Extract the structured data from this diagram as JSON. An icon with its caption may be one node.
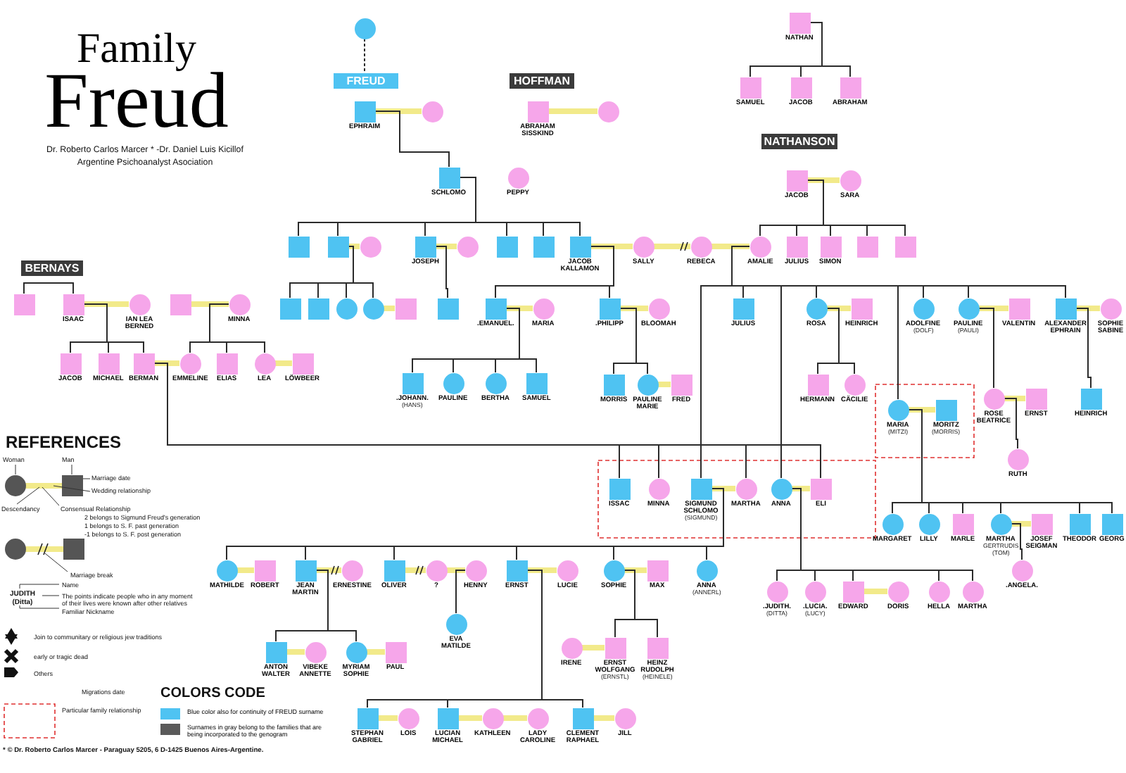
{
  "diagram": {
    "title": "Family Freud",
    "nodes": [
      {
        "text": [],
        "shape": "circle"
      },
      {
        "text": [
          "FREUD"
        ]
      },
      {
        "text": [],
        "shape": "box",
        "beside": [
          "EPHRAIM"
        ]
      },
      {
        "text": [],
        "shape": "circle"
      },
      {
        "text": [
          "HOFFMAN"
        ]
      },
      {
        "text": [],
        "shape": "box",
        "beside": [
          "ABRAHAM SISSKIND"
        ]
      },
      {
        "text": [],
        "shape": "circle"
      },
      {
        "text": [],
        "shape": "box",
        "beside": [
          "SCHLOMO"
        ]
      },
      {
        "text": [],
        "shape": "circle",
        "beside": [
          "PEPPY"
        ]
      },
      {
        "text": [],
        "shape": "box",
        "beside": [
          "NATHAN"
        ]
      },
      {
        "text": [],
        "shape": "box",
        "beside": [
          "SAMUEL"
        ]
      },
      {
        "text": [],
        "shape": "box",
        "beside": [
          "JACOB"
        ]
      },
      {
        "text": [],
        "shape": "box",
        "beside": [
          "ABRAHAM"
        ]
      },
      {
        "text": [
          "NATHANSON"
        ]
      },
      {
        "text": [],
        "shape": "box",
        "beside": [
          "JACOB"
        ]
      },
      {
        "text": [],
        "shape": "circle",
        "beside": [
          "SARA"
        ]
      },
      {
        "text": [],
        "shape": "box"
      },
      {
        "text": [],
        "shape": "box"
      },
      {
        "text": [],
        "shape": "circle"
      },
      {
        "text": [],
        "shape": "box",
        "beside": [
          "JOSEPH"
        ]
      },
      {
        "text": [],
        "shape": "circle"
      },
      {
        "text": [],
        "shape": "box"
      },
      {
        "text": [],
        "shape": "box"
      },
      {
        "text": [],
        "shape": "box",
        "beside": [
          "JACOB KALLAMON"
        ]
      },
      {
        "text": [],
        "shape": "circle",
        "beside": [
          "SALLY"
        ]
      },
      {
        "text": [],
        "shape": "circle",
        "beside": [
          "REBECA"
        ]
      },
      {
        "text": [],
        "shape": "circle",
        "beside": [
          "AMALIE"
        ]
      },
      {
        "text": [],
        "shape": "box",
        "beside": [
          "JULIUS"
        ]
      },
      {
        "text": [],
        "shape": "box",
        "beside": [
          "SIMON"
        ]
      },
      {
        "text": [],
        "shape": "box"
      },
      {
        "text": [],
        "shape": "box"
      },
      {
        "text": [
          "BERNAYS"
        ]
      },
      {
        "text": [],
        "shape": "box"
      },
      {
        "text": [],
        "shape": "box",
        "beside": [
          "ISAAC"
        ]
      },
      {
        "text": [],
        "shape": "circle",
        "beside": [
          "IAN LEA BERNED"
        ]
      },
      {
        "text": [],
        "shape": "box"
      },
      {
        "text": [],
        "shape": "circle",
        "beside": [
          "MINNA"
        ]
      },
      {
        "text": [],
        "shape": "box"
      },
      {
        "text": [],
        "shape": "box"
      },
      {
        "text": [],
        "shape": "circle"
      },
      {
        "text": [],
        "shape": "circle"
      },
      {
        "text": [],
        "shape": "box"
      },
      {
        "text": [],
        "shape": "box"
      },
      {
        "text": [],
        "shape": "box",
        "beside": [
          ".EMANUEL."
        ]
      },
      {
        "text": [],
        "shape": "circle",
        "beside": [
          "MARIA"
        ]
      },
      {
        "text": [],
        "shape": "box",
        "beside": [
          "JACOB"
        ]
      },
      {
        "text": [],
        "shape": "box",
        "beside": [
          "MICHAEL"
        ]
      },
      {
        "text": [],
        "shape": "box",
        "beside": [
          "BERMAN"
        ]
      },
      {
        "text": [],
        "shape": "circle",
        "beside": [
          "EMMELINE"
        ]
      },
      {
        "text": [],
        "shape": "box",
        "beside": [
          "ELIAS"
        ]
      },
      {
        "text": [],
        "shape": "circle",
        "beside": [
          "LEA"
        ]
      },
      {
        "text": [],
        "shape": "box",
        "beside": [
          "LÖWBEER"
        ]
      },
      {
        "text": [],
        "shape": "box",
        "beside": [
          ".PHILIPP"
        ]
      },
      {
        "text": [],
        "shape": "circle",
        "beside": [
          "BLOOMAH"
        ]
      },
      {
        "text": [],
        "shape": "box",
        "beside": [
          "JULIUS"
        ]
      },
      {
        "text": [],
        "shape": "circle",
        "beside": [
          "ROSA"
        ]
      },
      {
        "text": [],
        "shape": "box",
        "beside": [
          "HEINRICH"
        ]
      },
      {
        "text": [],
        "shape": "circle",
        "beside": [
          "ADOLFINE",
          "(DOLF)"
        ]
      },
      {
        "text": [],
        "shape": "circle",
        "beside": [
          "PAULINE",
          "(PAULI)"
        ]
      },
      {
        "text": [],
        "shape": "box",
        "beside": [
          "VALENTIN"
        ]
      },
      {
        "text": [],
        "shape": "box",
        "beside": [
          "ALEXANDER EPHRAIN"
        ]
      },
      {
        "text": [],
        "shape": "circle",
        "beside": [
          "SOPHIE SABINE"
        ]
      },
      {
        "text": [],
        "shape": "box",
        "beside": [
          ".JOHANN.",
          "(HANS)"
        ]
      },
      {
        "text": [],
        "shape": "circle",
        "beside": [
          "PAULINE"
        ]
      },
      {
        "text": [],
        "shape": "circle",
        "beside": [
          "BERTHA"
        ]
      },
      {
        "text": [],
        "shape": "box",
        "beside": [
          "SAMUEL"
        ]
      },
      {
        "text": [],
        "shape": "box",
        "beside": [
          "MORRIS"
        ]
      },
      {
        "text": [],
        "shape": "circle",
        "beside": [
          "PAULINE MARIE"
        ]
      },
      {
        "text": [],
        "shape": "box",
        "beside": [
          "FRED"
        ]
      },
      {
        "text": [],
        "shape": "box",
        "beside": [
          "HERMANN"
        ]
      },
      {
        "text": [],
        "shape": "circle",
        "beside": [
          "CÄCILIE"
        ]
      },
      {
        "text": [],
        "shape": "circle",
        "beside": [
          "MARIA",
          "(MITZI)"
        ]
      },
      {
        "text": [],
        "shape": "box",
        "beside": [
          "MORITZ",
          "(MORRIS)"
        ]
      },
      {
        "text": [],
        "shape": "circle",
        "beside": [
          "ROSE BEATRICE"
        ]
      },
      {
        "text": [],
        "shape": "box",
        "beside": [
          "ERNST"
        ]
      },
      {
        "text": [],
        "shape": "circle",
        "beside": [
          "RUTH"
        ]
      },
      {
        "text": [],
        "shape": "box",
        "beside": [
          "HEINRICH"
        ]
      },
      {
        "text": [],
        "shape": "box",
        "beside": [
          "ISSAC"
        ]
      },
      {
        "text": [],
        "shape": "circle",
        "beside": [
          "MINNA"
        ]
      },
      {
        "text": [],
        "shape": "box",
        "beside": [
          "SIGMUND SCHLOMO",
          "(SIGMUND)"
        ]
      },
      {
        "text": [],
        "shape": "circle",
        "beside": [
          "MARTHA"
        ]
      },
      {
        "text": [],
        "shape": "circle",
        "beside": [
          "ANNA"
        ]
      },
      {
        "text": [],
        "shape": "box",
        "beside": [
          "ELI"
        ]
      },
      {
        "text": [],
        "shape": "circle",
        "beside": [
          "MARGARET"
        ]
      },
      {
        "text": [],
        "shape": "circle",
        "beside": [
          "LILLY"
        ]
      },
      {
        "text": [],
        "shape": "box",
        "beside": [
          "MARLE"
        ]
      },
      {
        "text": [],
        "shape": "circle",
        "beside": [
          "MARTHA",
          "GERTRUDIS",
          "(TOM)"
        ]
      },
      {
        "text": [],
        "shape": "box",
        "beside": [
          "JOSEF SEIGMAN"
        ]
      },
      {
        "text": [],
        "shape": "box",
        "beside": [
          "THEODOR"
        ]
      },
      {
        "text": [],
        "shape": "box",
        "beside": [
          "GEORG"
        ]
      },
      {
        "text": [],
        "shape": "circle",
        "beside": [
          ".ANGELA."
        ]
      },
      {
        "text": [],
        "shape": "circle",
        "beside": [
          "MATHILDE"
        ]
      },
      {
        "text": [],
        "shape": "box",
        "beside": [
          "ROBERT"
        ]
      },
      {
        "text": [],
        "shape": "box",
        "beside": [
          "JEAN MARTIN"
        ]
      },
      {
        "text": [],
        "shape": "circle",
        "beside": [
          "ERNESTINE"
        ]
      },
      {
        "text": [],
        "shape": "box",
        "beside": [
          "OLIVER"
        ]
      },
      {
        "text": [],
        "shape": "circle",
        "beside": [
          "?"
        ]
      },
      {
        "text": [],
        "shape": "circle",
        "beside": [
          "HENNY"
        ]
      },
      {
        "text": [],
        "shape": "box",
        "beside": [
          "ERNST"
        ]
      },
      {
        "text": [],
        "shape": "circle",
        "beside": [
          "LUCIE"
        ]
      },
      {
        "text": [],
        "shape": "circle",
        "beside": [
          "SOPHIE"
        ]
      },
      {
        "text": [],
        "shape": "box",
        "beside": [
          "MAX"
        ]
      },
      {
        "text": [],
        "shape": "circle",
        "beside": [
          "ANNA",
          "(ANNERL)"
        ]
      },
      {
        "text": [],
        "shape": "circle",
        "beside": [
          ".JUDITH.",
          "(DITTA)"
        ]
      },
      {
        "text": [],
        "shape": "circle",
        "beside": [
          ".LUCIA.",
          "(LUCY)"
        ]
      },
      {
        "text": [],
        "shape": "box",
        "beside": [
          "EDWARD"
        ]
      },
      {
        "text": [],
        "shape": "circle",
        "beside": [
          "DORIS"
        ]
      },
      {
        "text": [],
        "shape": "circle",
        "beside": [
          "HELLA"
        ]
      },
      {
        "text": [],
        "shape": "circle",
        "beside": [
          "MARTHA"
        ]
      },
      {
        "text": [],
        "shape": "circle",
        "beside": [
          "EVA MATILDE"
        ]
      },
      {
        "text": [],
        "shape": "box",
        "beside": [
          "ANTON WALTER"
        ]
      },
      {
        "text": [],
        "shape": "circle",
        "beside": [
          "VIBEKE ANNETTE"
        ]
      },
      {
        "text": [],
        "shape": "circle",
        "beside": [
          "MYRIAM SOPHIE"
        ]
      },
      {
        "text": [],
        "shape": "box",
        "beside": [
          "PAUL"
        ]
      },
      {
        "text": [],
        "shape": "circle",
        "beside": [
          "IRENE"
        ]
      },
      {
        "text": [],
        "shape": "box",
        "beside": [
          "ERNST WOLFGANG",
          "(ERNSTL)"
        ]
      },
      {
        "text": [],
        "shape": "box",
        "beside": [
          "HEINZ RUDOLPH",
          "(HEINELE)"
        ]
      },
      {
        "text": [],
        "shape": "box",
        "beside": [
          "STEPHAN GABRIEL"
        ]
      },
      {
        "text": [],
        "shape": "circle",
        "beside": [
          "LOIS"
        ]
      },
      {
        "text": [],
        "shape": "box",
        "beside": [
          "LUCIAN MICHAEL"
        ]
      },
      {
        "text": [],
        "shape": "circle",
        "beside": [
          "KATHLEEN"
        ]
      },
      {
        "text": [],
        "shape": "circle",
        "beside": [
          "LADY CAROLINE"
        ]
      },
      {
        "text": [],
        "shape": "box",
        "beside": [
          "CLEMENT RAPHAEL"
        ]
      },
      {
        "text": [],
        "shape": "circle",
        "beside": [
          "JILL"
        ]
      }
    ],
    "edges": [
      {
        "from": 0,
        "to": 1,
        "arrow": "none",
        "style": "dashed"
      },
      {
        "from": 2,
        "to": 3,
        "arrow": "none",
        "style": "thick",
        "color": "#f2ea8a"
      },
      {
        "from": 2,
        "to": 7,
        "arrow": "none"
      },
      {
        "from": 5,
        "to": 6,
        "arrow": "none",
        "style": "thick",
        "color": "#f2ea8a"
      },
      {
        "from": 9,
        "to": 10,
        "arrow": "none"
      },
      {
        "from": 9,
        "to": 11,
        "arrow": "none"
      },
      {
        "from": 9,
        "to": 12,
        "arrow": "none"
      },
      {
        "from": 14,
        "to": 15,
        "arrow": "none",
        "style": "thick",
        "color": "#f2ea8a"
      },
      {
        "from": 7,
        "to": 16,
        "arrow": "none"
      },
      {
        "from": 7,
        "to": 17,
        "arrow": "none"
      },
      {
        "from": 7,
        "to": 19,
        "arrow": "none"
      },
      {
        "from": 7,
        "to": 21,
        "arrow": "none"
      },
      {
        "from": 7,
        "to": 22,
        "arrow": "none"
      },
      {
        "from": 7,
        "to": 23,
        "arrow": "none"
      },
      {
        "from": 17,
        "to": 18,
        "arrow": "none",
        "style": "thick",
        "color": "#f2ea8a"
      },
      {
        "from": 19,
        "to": 20,
        "arrow": "none",
        "style": "thick",
        "color": "#f2ea8a"
      },
      {
        "from": 23,
        "to": 24,
        "arrow": "none",
        "style": "thick",
        "color": "#f2ea8a"
      },
      {
        "from": 24,
        "to": 25,
        "arrow": "none",
        "style": "thick",
        "color": "#f2ea8a"
      },
      {
        "from": 25,
        "to": 26,
        "arrow": "none",
        "style": "thick",
        "color": "#f2ea8a"
      },
      {
        "from": 14,
        "to": 26,
        "arrow": "none"
      },
      {
        "from": 14,
        "to": 27,
        "arrow": "none"
      },
      {
        "from": 14,
        "to": 28,
        "arrow": "none"
      },
      {
        "from": 14,
        "to": 29,
        "arrow": "none"
      },
      {
        "from": 14,
        "to": 30,
        "arrow": "none"
      },
      {
        "from": 32,
        "to": 33,
        "arrow": "none"
      },
      {
        "from": 33,
        "to": 34,
        "arrow": "none",
        "style": "thick",
        "color": "#f2ea8a"
      },
      {
        "from": 35,
        "to": 36,
        "arrow": "none",
        "style": "thick",
        "color": "#f2ea8a"
      },
      {
        "from": 17,
        "to": 37,
        "arrow": "none"
      },
      {
        "from": 17,
        "to": 38,
        "arrow": "none"
      },
      {
        "from": 17,
        "to": 39,
        "arrow": "none"
      },
      {
        "from": 17,
        "to": 40,
        "arrow": "none"
      },
      {
        "from": 40,
        "to": 41,
        "arrow": "none",
        "style": "thick",
        "color": "#f2ea8a"
      },
      {
        "from": 19,
        "to": 42,
        "arrow": "none"
      },
      {
        "from": 43,
        "to": 44,
        "arrow": "none",
        "style": "thick",
        "color": "#f2ea8a"
      },
      {
        "from": 23,
        "to": 43,
        "arrow": "none"
      },
      {
        "from": 23,
        "to": 52,
        "arrow": "none"
      },
      {
        "from": 33,
        "to": 45,
        "arrow": "none"
      },
      {
        "from": 33,
        "to": 46,
        "arrow": "none"
      },
      {
        "from": 33,
        "to": 47,
        "arrow": "none"
      },
      {
        "from": 47,
        "to": 48,
        "arrow": "none",
        "style": "thick",
        "color": "#f2ea8a"
      },
      {
        "from": 36,
        "to": 48,
        "arrow": "none"
      },
      {
        "from": 36,
        "to": 49,
        "arrow": "none"
      },
      {
        "from": 36,
        "to": 50,
        "arrow": "none"
      },
      {
        "from": 50,
        "to": 51,
        "arrow": "none",
        "style": "thick",
        "color": "#f2ea8a"
      },
      {
        "from": 52,
        "to": 53,
        "arrow": "none",
        "style": "thick",
        "color": "#f2ea8a"
      },
      {
        "from": 26,
        "to": 54,
        "arrow": "none"
      },
      {
        "from": 26,
        "to": 55,
        "arrow": "none"
      },
      {
        "from": 26,
        "to": 57,
        "arrow": "none"
      },
      {
        "from": 26,
        "to": 58,
        "arrow": "none"
      },
      {
        "from": 26,
        "to": 60,
        "arrow": "none"
      },
      {
        "from": 26,
        "to": 71,
        "arrow": "none"
      },
      {
        "from": 26,
        "to": 79,
        "arrow": "none"
      },
      {
        "from": 26,
        "to": 81,
        "arrow": "none"
      },
      {
        "from": 55,
        "to": 56,
        "arrow": "none",
        "style": "thick",
        "color": "#f2ea8a"
      },
      {
        "from": 58,
        "to": 59,
        "arrow": "none",
        "style": "thick",
        "color": "#f2ea8a"
      },
      {
        "from": 60,
        "to": 61,
        "arrow": "none",
        "style": "thick",
        "color": "#f2ea8a"
      },
      {
        "from": 43,
        "to": 62,
        "arrow": "none"
      },
      {
        "from": 43,
        "to": 63,
        "arrow": "none"
      },
      {
        "from": 43,
        "to": 64,
        "arrow": "none"
      },
      {
        "from": 43,
        "to": 65,
        "arrow": "none"
      },
      {
        "from": 52,
        "to": 66,
        "arrow": "none"
      },
      {
        "from": 52,
        "to": 67,
        "arrow": "none"
      },
      {
        "from": 67,
        "to": 68,
        "arrow": "none",
        "style": "thick",
        "color": "#f2ea8a"
      },
      {
        "from": 55,
        "to": 69,
        "arrow": "none"
      },
      {
        "from": 55,
        "to": 70,
        "arrow": "none"
      },
      {
        "from": 71,
        "to": 72,
        "arrow": "none",
        "style": "thick",
        "color": "#f2ea8a"
      },
      {
        "from": 58,
        "to": 73,
        "arrow": "none"
      },
      {
        "from": 73,
        "to": 74,
        "arrow": "none",
        "style": "thick",
        "color": "#f2ea8a"
      },
      {
        "from": 73,
        "to": 75,
        "arrow": "none"
      },
      {
        "from": 60,
        "to": 76,
        "arrow": "none"
      },
      {
        "from": 47,
        "to": 77,
        "arrow": "none"
      },
      {
        "from": 47,
        "to": 78,
        "arrow": "none"
      },
      {
        "from": 47,
        "to": 80,
        "arrow": "none"
      },
      {
        "from": 47,
        "to": 82,
        "arrow": "none"
      },
      {
        "from": 79,
        "to": 80,
        "arrow": "none",
        "style": "thick",
        "color": "#f2ea8a"
      },
      {
        "from": 81,
        "to": 82,
        "arrow": "none",
        "style": "thick",
        "color": "#f2ea8a"
      },
      {
        "from": 71,
        "to": 83,
        "arrow": "none"
      },
      {
        "from": 71,
        "to": 84,
        "arrow": "none"
      },
      {
        "from": 71,
        "to": 85,
        "arrow": "none"
      },
      {
        "from": 71,
        "to": 86,
        "arrow": "none"
      },
      {
        "from": 71,
        "to": 88,
        "arrow": "none"
      },
      {
        "from": 71,
        "to": 89,
        "arrow": "none"
      },
      {
        "from": 86,
        "to": 87,
        "arrow": "none",
        "style": "thick",
        "color": "#f2ea8a"
      },
      {
        "from": 86,
        "to": 90,
        "arrow": "none"
      },
      {
        "from": 79,
        "to": 91,
        "arrow": "none"
      },
      {
        "from": 79,
        "to": 93,
        "arrow": "none"
      },
      {
        "from": 79,
        "to": 95,
        "arrow": "none"
      },
      {
        "from": 79,
        "to": 98,
        "arrow": "none"
      },
      {
        "from": 79,
        "to": 100,
        "arrow": "none"
      },
      {
        "from": 79,
        "to": 102,
        "arrow": "none"
      },
      {
        "from": 91,
        "to": 92,
        "arrow": "none",
        "style": "thick",
        "color": "#f2ea8a"
      },
      {
        "from": 93,
        "to": 94,
        "arrow": "none",
        "style": "thick",
        "color": "#f2ea8a"
      },
      {
        "from": 95,
        "to": 96,
        "arrow": "none",
        "style": "thick",
        "color": "#f2ea8a"
      },
      {
        "from": 96,
        "to": 97,
        "arrow": "none",
        "style": "thick",
        "color": "#f2ea8a"
      },
      {
        "from": 98,
        "to": 99,
        "arrow": "none",
        "style": "thick",
        "color": "#f2ea8a"
      },
      {
        "from": 100,
        "to": 101,
        "arrow": "none",
        "style": "thick",
        "color": "#f2ea8a"
      },
      {
        "from": 81,
        "to": 103,
        "arrow": "none"
      },
      {
        "from": 81,
        "to": 104,
        "arrow": "none"
      },
      {
        "from": 81,
        "to": 105,
        "arrow": "none"
      },
      {
        "from": 81,
        "to": 107,
        "arrow": "none"
      },
      {
        "from": 81,
        "to": 108,
        "arrow": "none"
      },
      {
        "from": 105,
        "to": 106,
        "arrow": "none",
        "style": "thick",
        "color": "#f2ea8a"
      },
      {
        "from": 97,
        "to": 109,
        "arrow": "none"
      },
      {
        "from": 93,
        "to": 110,
        "arrow": "none"
      },
      {
        "from": 93,
        "to": 112,
        "arrow": "none"
      },
      {
        "from": 110,
        "to": 111,
        "arrow": "none",
        "style": "thick",
        "color": "#f2ea8a"
      },
      {
        "from": 112,
        "to": 113,
        "arrow": "none",
        "style": "thick",
        "color": "#f2ea8a"
      },
      {
        "from": 100,
        "to": 115,
        "arrow": "none"
      },
      {
        "from": 100,
        "to": 116,
        "arrow": "none"
      },
      {
        "from": 114,
        "to": 115,
        "arrow": "none",
        "style": "thick",
        "color": "#f2ea8a"
      },
      {
        "from": 98,
        "to": 117,
        "arrow": "none"
      },
      {
        "from": 98,
        "to": 119,
        "arrow": "none"
      },
      {
        "from": 98,
        "to": 122,
        "arrow": "none"
      },
      {
        "from": 117,
        "to": 118,
        "arrow": "none",
        "style": "thick",
        "color": "#f2ea8a"
      },
      {
        "from": 119,
        "to": 120,
        "arrow": "none",
        "style": "thick",
        "color": "#f2ea8a"
      },
      {
        "from": 120,
        "to": 121,
        "arrow": "none",
        "style": "thick",
        "color": "#f2ea8a"
      },
      {
        "from": 122,
        "to": 123,
        "arrow": "none",
        "style": "thick",
        "color": "#f2ea8a"
      }
    ],
    "labels": [
      "Dr. Roberto Carlos Marcer * -Dr. Daniel Luis Kicillof",
      "Argentine Psichoanalyst Asociation",
      "REFERENCES",
      "Woman",
      "Man",
      "Marriage date",
      "Wedding relationship",
      "Descendancy",
      "Consensual Relationship",
      "2 belongs to Sigmund Freud's generation",
      "1 belongs to S. F. past generation",
      "-1 belongs to S. F. post generation",
      "Marriage break",
      "Name",
      "JUDITH (Ditta)",
      "The points indicate people who in any moment of their lives were known after other relatives",
      "Familiar Nickname",
      "Join to communitary or religious jew traditions",
      "early or tragic dead",
      "Others",
      "Migrations date",
      "Particular family relationship",
      "COLORS CODE",
      "* © Dr. Roberto Carlos Marcer - Paraguay 5205, 6 D-1425 Buenos Aires-Argentine."
    ],
    "legend": [
      {
        "text": "Blue color also for continuity of FREUD surname",
        "color": "#4fc3f2"
      },
      {
        "text": "Surnames in gray belong to the families that are being incorporated to the genogram",
        "color": "#5a5a5a"
      }
    ]
  }
}
